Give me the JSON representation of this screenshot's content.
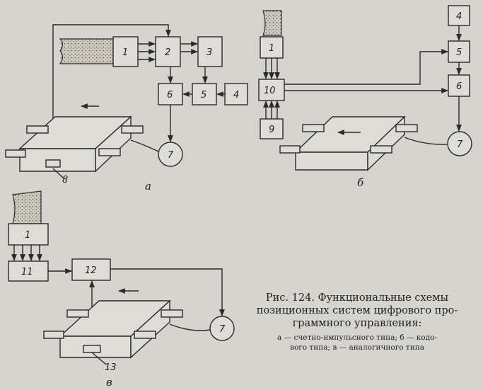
{
  "figure": {
    "caption_line1": "Рис. 124. Функциональные схемы",
    "caption_line2": "позиционных систем цифрового про-",
    "caption_line3": "граммного управления:",
    "legend_line1": "а — счетно-импульсного типа; б — кодо-",
    "legend_line2": "вого типа; в — аналогичного типа"
  },
  "panel_a": {
    "label": "а",
    "blocks": [
      "1",
      "2",
      "3",
      "4",
      "5",
      "6",
      "7",
      "8"
    ]
  },
  "panel_b": {
    "label": "б",
    "blocks": [
      "1",
      "10",
      "9",
      "4",
      "5",
      "6",
      "7"
    ]
  },
  "panel_c": {
    "label": "в",
    "blocks": [
      "1",
      "11",
      "12",
      "7",
      "13"
    ]
  }
}
